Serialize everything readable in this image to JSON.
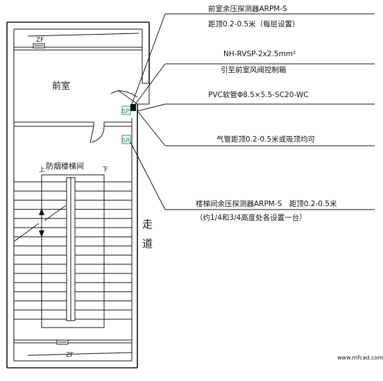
{
  "labels": {
    "zf_top": "ZF",
    "zf_bottom": "ZF",
    "anteroom": "前室",
    "stair": "防烟楼梯间",
    "up": "上",
    "down": "下",
    "corridor_1": "走",
    "corridor_2": "道",
    "sensor_p": "ΔP",
    "sensor_r": "ΔR",
    "watermark": "www.mfcad.com"
  },
  "annotations": {
    "a1_line1": "前室余压探测器ARPM-S",
    "a1_line2": "距顶0.2-0.5米（每层设置）",
    "a2_line1": "NH-RVSP-2x2.5mm²",
    "a2_line2": "引至前室风阀控制箱",
    "a3_line1": "PVC软管Φ8.5×5.5-SC20-WC",
    "a4_line1": "气管距顶0.2-0.5米或吸顶均可",
    "a5_line1": "楼梯间余压探测器ARPM-S　距顶0.2-0.5米",
    "a5_line2": "（约1/4和3/4高度处各设置一台）"
  }
}
